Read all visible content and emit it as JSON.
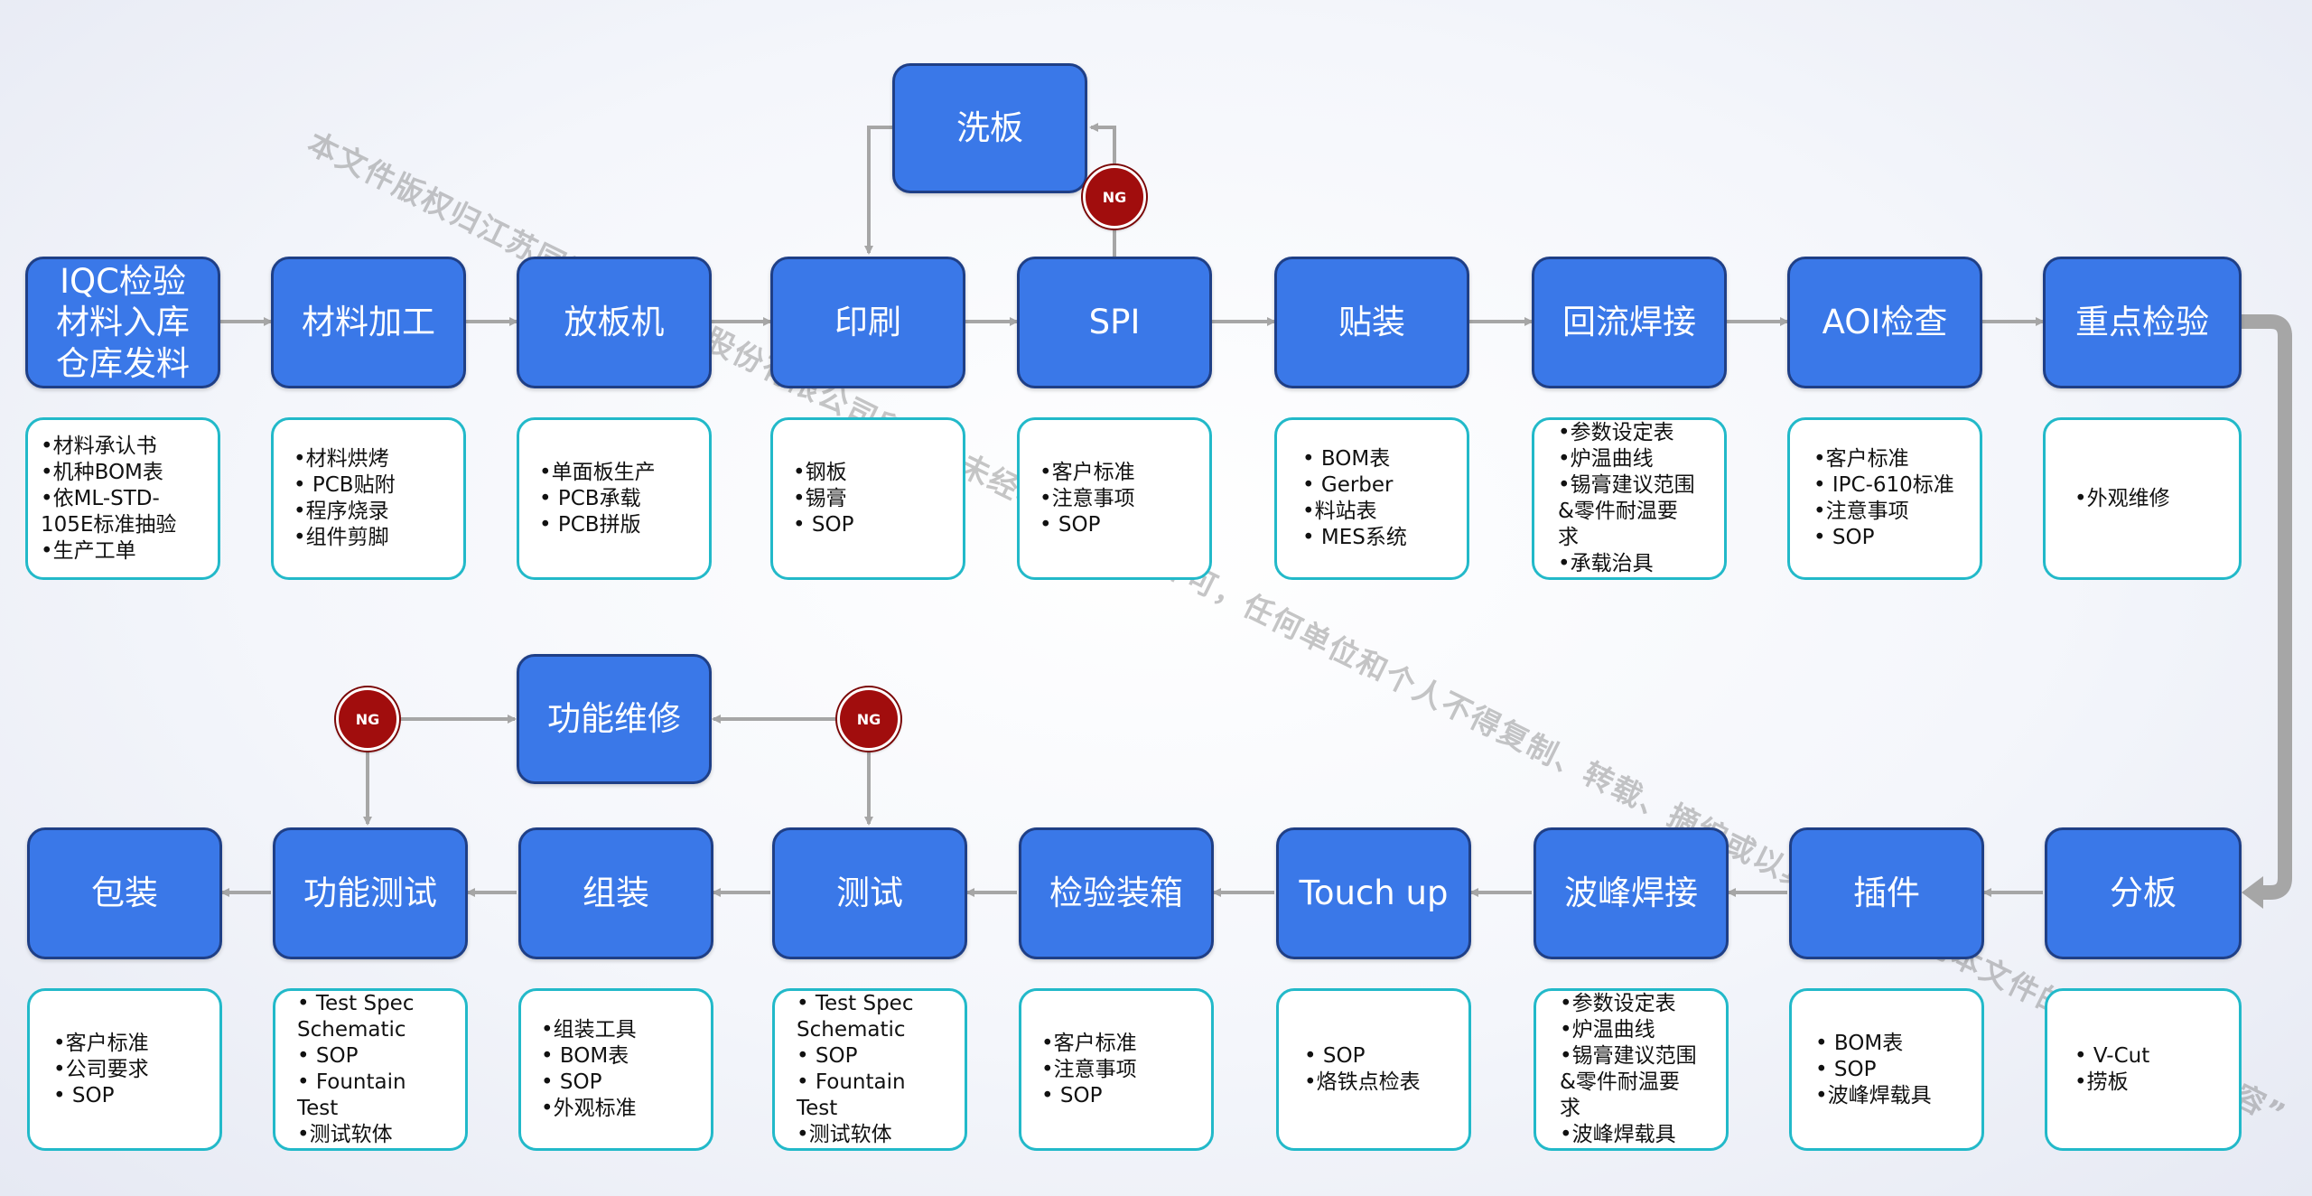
{
  "watermark": "本文件版权归江苏同诚光电科技股份有限公司所有，未经本公司书面许可，任何单位和个人不得复制、转载、摘编或以其他方式使用本文件的全部或部分内容”",
  "colors": {
    "step_fill": "#3a78e8",
    "step_border": "#1f3f86",
    "note_border": "#22b9c9",
    "ng_fill": "#a10d0d",
    "arrow": "#a6a6a6"
  },
  "ng_label": "NG",
  "wash_step": "洗板",
  "repair_step": "功能维修",
  "row1": [
    {
      "label": "IQC检验\n材料入库\n仓库发料",
      "notes": [
        "•材料承认书",
        "•机种BOM表",
        "•依ML-STD-\n105E标准抽验",
        "•生产工单"
      ]
    },
    {
      "label": "材料加工",
      "notes": [
        "•材料烘烤",
        "• PCB贴附",
        "•程序烧录",
        "•组件剪脚"
      ]
    },
    {
      "label": "放板机",
      "notes": [
        "•单面板生产",
        "• PCB承载",
        "• PCB拼版"
      ]
    },
    {
      "label": "印刷",
      "notes": [
        "•钢板",
        "•锡膏",
        "• SOP"
      ]
    },
    {
      "label": "SPI",
      "notes": [
        "•客户标准",
        "•注意事项",
        "• SOP"
      ]
    },
    {
      "label": "贴装",
      "notes": [
        "• BOM表",
        "• Gerber",
        "•料站表",
        "• MES系统"
      ]
    },
    {
      "label": "回流焊接",
      "notes": [
        "•参数设定表",
        "•炉温曲线",
        "•锡膏建议范围\n&零件耐温要\n求",
        "•承载治具"
      ]
    },
    {
      "label": "AOI检查",
      "notes": [
        "•客户标准",
        "• IPC-610标准",
        "•注意事项",
        "• SOP"
      ]
    },
    {
      "label": "重点检验",
      "notes": [
        "•外观维修"
      ]
    }
  ],
  "row2": [
    {
      "label": "包装",
      "notes": [
        "•客户标准",
        "•公司要求",
        "• SOP"
      ]
    },
    {
      "label": "功能测试",
      "notes": [
        "• Test Spec\nSchematic",
        "• SOP",
        "• Fountain\nTest",
        "•测试软体"
      ]
    },
    {
      "label": "组装",
      "notes": [
        "•组装工具",
        "• BOM表",
        "• SOP",
        "•外观标准"
      ]
    },
    {
      "label": "测试",
      "notes": [
        "• Test Spec\nSchematic",
        "• SOP",
        "• Fountain\nTest",
        "•测试软体"
      ]
    },
    {
      "label": "检验装箱",
      "notes": [
        "•客户标准",
        "•注意事项",
        "• SOP"
      ]
    },
    {
      "label": "Touch up",
      "notes": [
        "• SOP",
        "•烙铁点检表"
      ]
    },
    {
      "label": "波峰焊接",
      "notes": [
        "•参数设定表",
        "•炉温曲线",
        "•锡膏建议范围\n&零件耐温要\n求",
        "•波峰焊载具"
      ]
    },
    {
      "label": "插件",
      "notes": [
        "• BOM表",
        "• SOP",
        "•波峰焊载具"
      ]
    },
    {
      "label": "分板",
      "notes": [
        "• V-Cut",
        "•捞板"
      ]
    }
  ]
}
